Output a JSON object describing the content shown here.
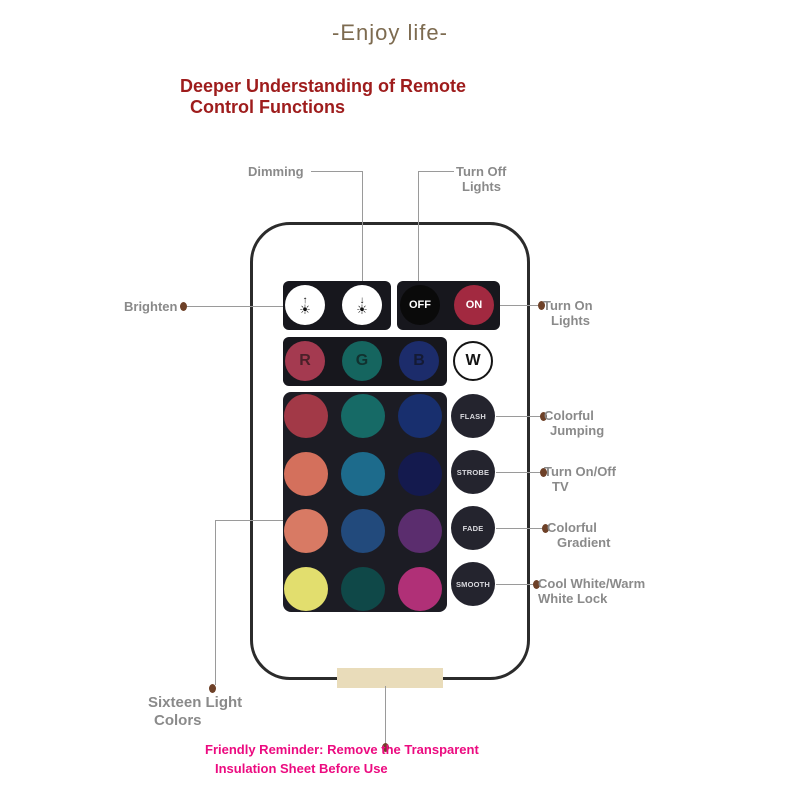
{
  "page": {
    "tagline": "-Enjoy life-",
    "tagline_color": "#7d6b50",
    "title_line1": "Deeper Understanding of Remote",
    "title_line2": "Control Functions",
    "title_color": "#9e1c1c"
  },
  "icons": {
    "up_arrow": "↑",
    "down_arrow": "↓",
    "sun": "☀"
  },
  "callouts": {
    "label_color": "#8a8a8a",
    "dimming": [
      "Dimming"
    ],
    "turn_off": [
      "Turn Off",
      "Lights"
    ],
    "brighten": [
      "Brighten"
    ],
    "turn_on": [
      "Turn On",
      "Lights"
    ],
    "colorful_jumping": [
      "Colorful",
      "Jumping"
    ],
    "tv": [
      "Turn On/Off",
      "TV"
    ],
    "colorful_gradient": [
      "Colorful",
      "Gradient"
    ],
    "white_lock": [
      "Cool White/Warm",
      "White Lock"
    ],
    "sixteen_colors": [
      "Sixteen Light",
      "Colors"
    ]
  },
  "reminder": {
    "color": "#ec0b80",
    "line1": "Friendly Reminder: Remove the Transparent",
    "line2": "Insulation Sheet Before Use"
  },
  "remote": {
    "body_border": "#2b2b2b",
    "block_bg": "#17171d",
    "panel_bg": "#1c1c24",
    "off_label": "OFF",
    "on_label": "ON",
    "off_bg": "#0a0a0a",
    "on_bg": "#a22940",
    "brighten_icon": "sun-with-up-arrow",
    "dimming_icon": "sun-with-down-arrow",
    "rgbw": [
      {
        "label": "R",
        "bg": "#a43a50"
      },
      {
        "label": "G",
        "bg": "#15655f"
      },
      {
        "label": "B",
        "bg": "#1c2c6b"
      },
      {
        "label": "W",
        "bg": "#ffffff"
      }
    ],
    "color_grid": [
      "#a23947",
      "#166a66",
      "#182f6e",
      "#d4705c",
      "#1d6b8c",
      "#141a4e",
      "#d87a64",
      "#224a7c",
      "#5b2d6e",
      "#e2de6e",
      "#0f4848",
      "#b03077"
    ],
    "function_buttons": [
      "FLASH",
      "STROBE",
      "FADE",
      "SMOOTH"
    ]
  }
}
